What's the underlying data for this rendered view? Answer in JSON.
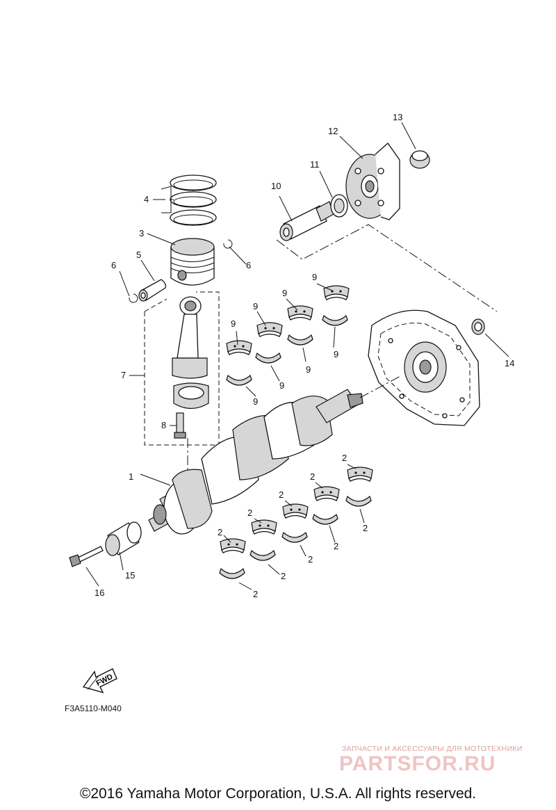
{
  "callouts": {
    "c1": "1",
    "c2": "2",
    "c3": "3",
    "c4": "4",
    "c5": "5",
    "c6": "6",
    "c7": "7",
    "c8": "8",
    "c9": "9",
    "c10": "10",
    "c11": "11",
    "c12": "12",
    "c13": "13",
    "c14": "14",
    "c15": "15",
    "c16": "16"
  },
  "fwd_label": "FWD",
  "diagram_code": "F3A5110-M040",
  "watermark": {
    "tagline": "ЗАПЧАСТИ И АКСЕССУАРЫ ДЛЯ МОТОТЕХНИКИ",
    "logo": "PARTSFOR.RU"
  },
  "copyright": "©2016 Yamaha Motor Corporation, U.S.A. All rights reserved.",
  "colors": {
    "line": "#111111",
    "watermark": "#f0c4c4"
  }
}
